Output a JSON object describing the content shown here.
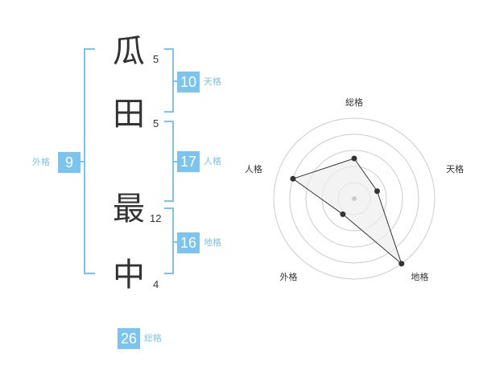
{
  "name": {
    "chars": [
      {
        "char": "瓜",
        "strokes": "5"
      },
      {
        "char": "田",
        "strokes": "5"
      },
      {
        "char": "最",
        "strokes": "12"
      },
      {
        "char": "中",
        "strokes": "4"
      }
    ]
  },
  "kakaku": {
    "tenkaku": {
      "value": "10",
      "label": "天格"
    },
    "jinkaku": {
      "value": "17",
      "label": "人格"
    },
    "chikaku": {
      "value": "16",
      "label": "地格"
    },
    "gaikaku": {
      "value": "9",
      "label": "外格"
    },
    "soukaku": {
      "value": "26",
      "label": "総格"
    }
  },
  "colors": {
    "accent": "#7cc4ee",
    "text": "#333333",
    "grid": "#cccccc",
    "fill": "#eeeeee"
  },
  "chart_data": {
    "type": "radar",
    "axes": [
      "総格",
      "天格",
      "地格",
      "外格",
      "人格"
    ],
    "values": [
      2.5,
      1.5,
      5,
      1.2,
      4
    ],
    "rmax": 5,
    "rings": 5
  }
}
